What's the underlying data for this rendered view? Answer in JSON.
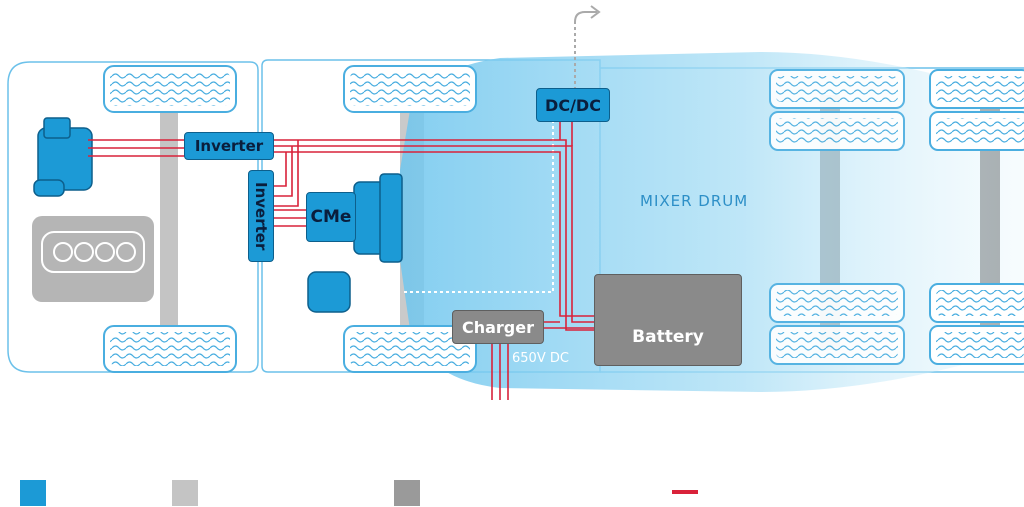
{
  "components": {
    "inverter_top": "Inverter",
    "inverter_vertical": "Inverter",
    "cme": "CMe",
    "dcdc": "DC/DC",
    "charger": "Charger",
    "battery": "Battery",
    "battery_icon": "lightning-bolt-icon"
  },
  "labels": {
    "mixer_drum": "MIXER DRUM",
    "voltage": "650V DC"
  },
  "colors": {
    "electric_blue": "#1c9ad6",
    "light_gray": "#c4c4c4",
    "dark_gray": "#8a8a8a",
    "hv_cable": "#d9223a",
    "outline": "#4aaee0",
    "drum_fill": "#8fd3f2"
  },
  "legend": [
    {
      "color": "#1c9ad6"
    },
    {
      "color": "#c4c4c4"
    },
    {
      "color": "#9a9a9a"
    },
    {
      "color": "#d9223a"
    }
  ]
}
